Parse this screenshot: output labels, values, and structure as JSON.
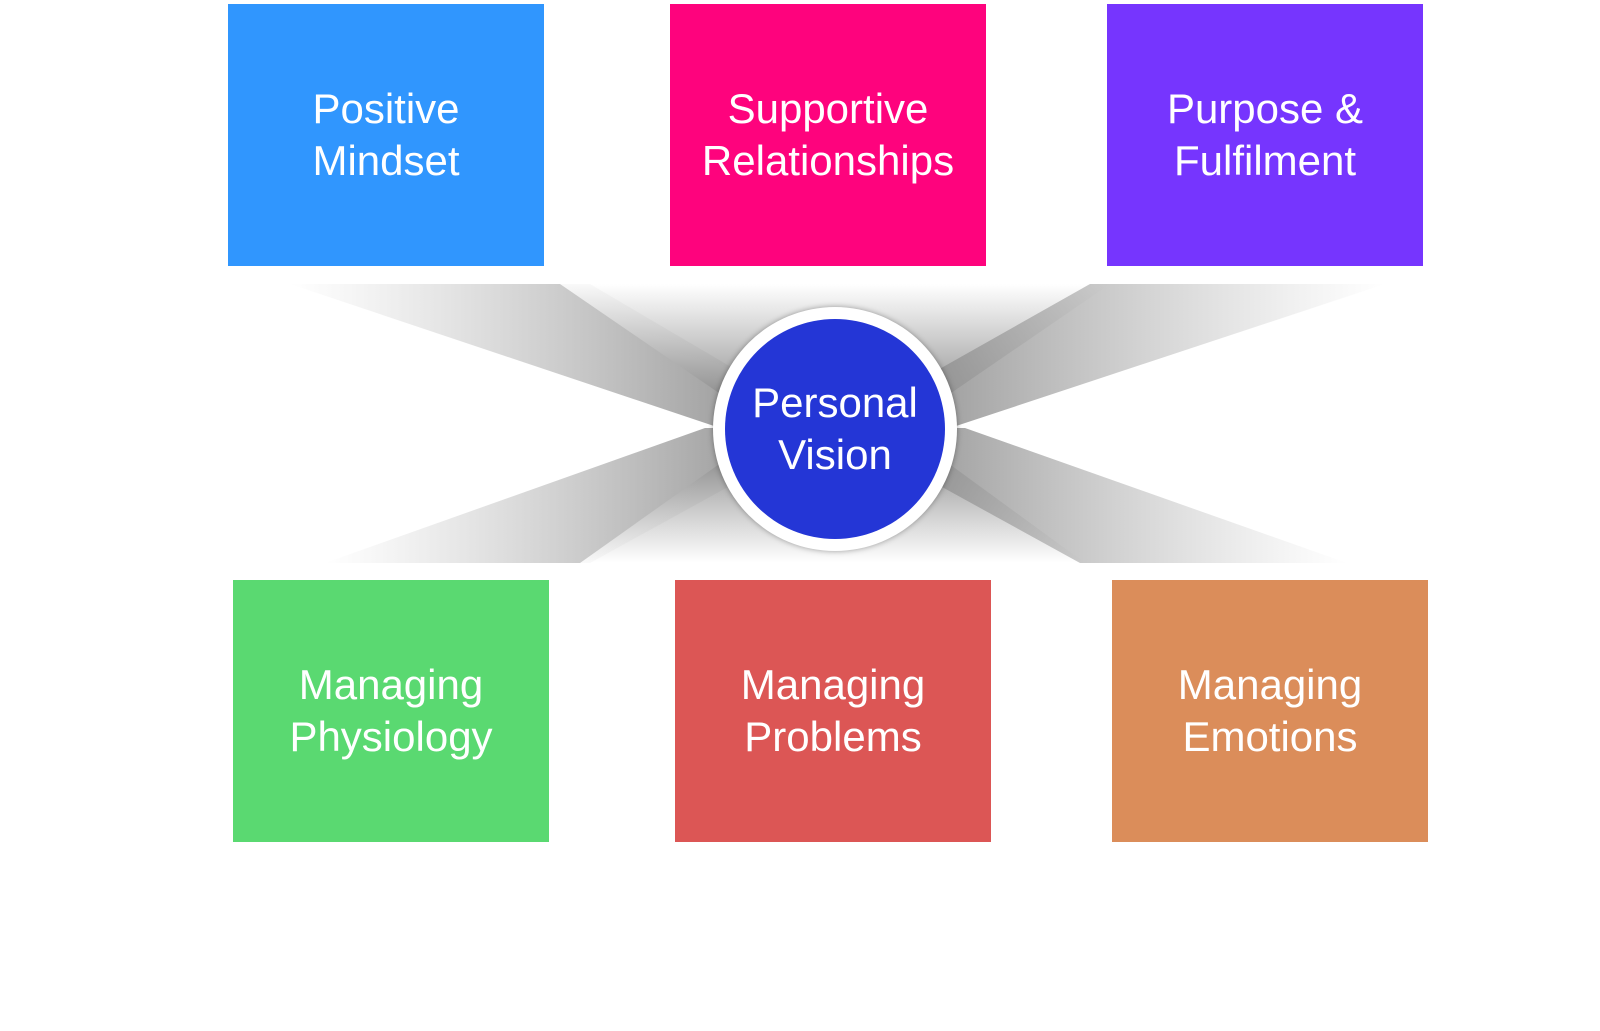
{
  "hub": {
    "label": "Personal\nVision",
    "color": "#2436D6"
  },
  "boxes": [
    {
      "label": "Positive\nMindset",
      "color": "#3096FE"
    },
    {
      "label": "Supportive\nRelationships",
      "color": "#FE037D"
    },
    {
      "label": "Purpose &\nFulfilment",
      "color": "#7635FE"
    },
    {
      "label": "Managing\nPhysiology",
      "color": "#5AD971"
    },
    {
      "label": "Managing\nProblems",
      "color": "#DC5655"
    },
    {
      "label": "Managing\nEmotions",
      "color": "#DB8D5A"
    }
  ]
}
